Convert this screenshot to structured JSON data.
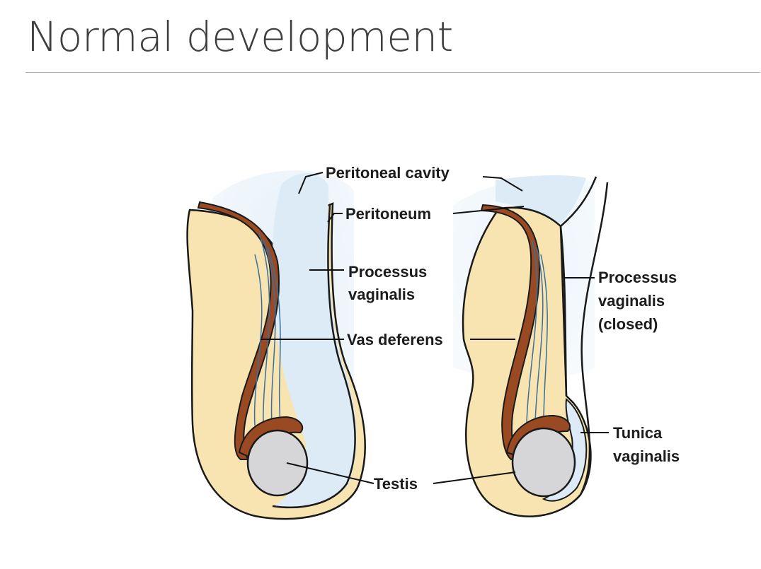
{
  "slide": {
    "title": "Normal development"
  },
  "labels": {
    "peritoneal_cavity": "Peritoneal cavity",
    "peritoneum": "Peritoneum",
    "processus_left_1": "Processus",
    "processus_left_2": "vaginalis",
    "vas_deferens": "Vas deferens",
    "testis": "Testis",
    "processus_right_1": "Processus",
    "processus_right_2": "vaginalis",
    "processus_right_3": "(closed)",
    "tunica_1": "Tunica",
    "tunica_2": "vaginalis"
  },
  "colors": {
    "tissue": "#f8e4b0",
    "cavity": "#dcebf6",
    "duct": "#9a4a22",
    "testis": "#d6d6d8"
  }
}
